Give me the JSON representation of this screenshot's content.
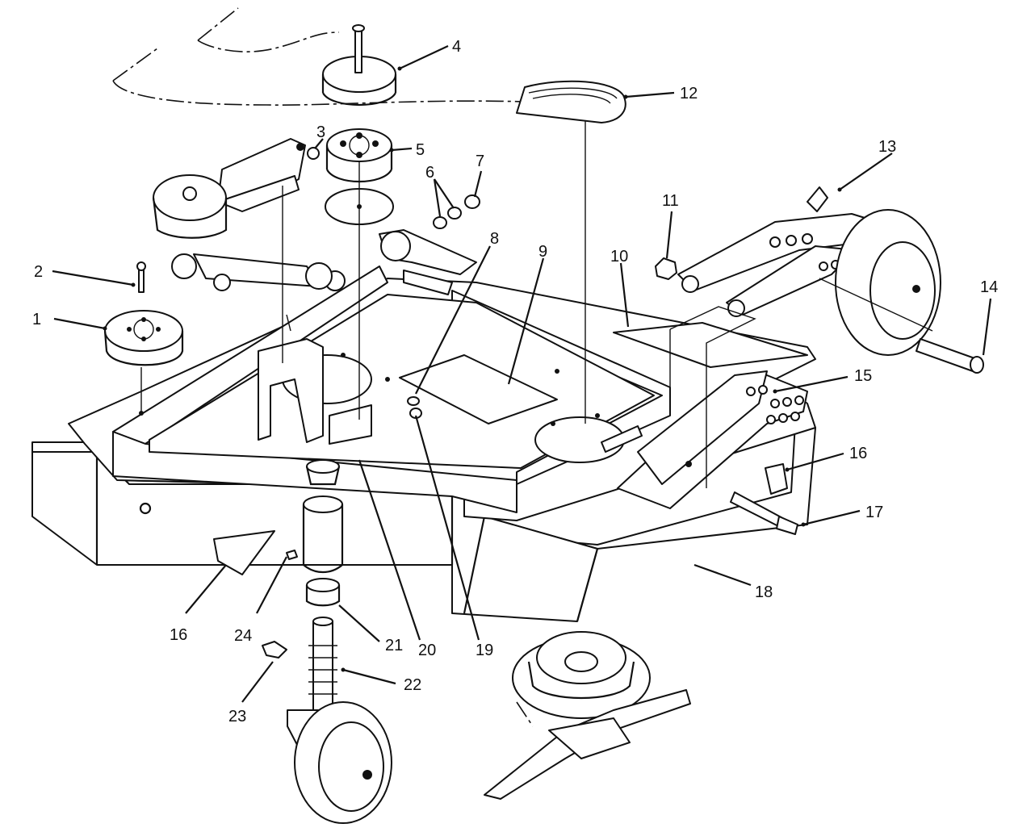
{
  "callouts": [
    {
      "id": "1",
      "text": "1"
    },
    {
      "id": "2",
      "text": "2"
    },
    {
      "id": "3",
      "text": "3"
    },
    {
      "id": "4",
      "text": "4"
    },
    {
      "id": "5",
      "text": "5"
    },
    {
      "id": "6",
      "text": "6"
    },
    {
      "id": "7",
      "text": "7"
    },
    {
      "id": "8",
      "text": "8"
    },
    {
      "id": "9",
      "text": "9"
    },
    {
      "id": "10",
      "text": "10"
    },
    {
      "id": "11",
      "text": "11"
    },
    {
      "id": "12",
      "text": "12"
    },
    {
      "id": "13",
      "text": "13"
    },
    {
      "id": "14",
      "text": "14"
    },
    {
      "id": "15",
      "text": "15"
    },
    {
      "id": "16a",
      "text": "16"
    },
    {
      "id": "16b",
      "text": "16"
    },
    {
      "id": "17",
      "text": "17"
    },
    {
      "id": "18",
      "text": "18"
    },
    {
      "id": "19",
      "text": "19"
    },
    {
      "id": "20",
      "text": "20"
    },
    {
      "id": "21",
      "text": "21"
    },
    {
      "id": "22",
      "text": "22"
    },
    {
      "id": "23",
      "text": "23"
    },
    {
      "id": "24",
      "text": "24"
    }
  ]
}
